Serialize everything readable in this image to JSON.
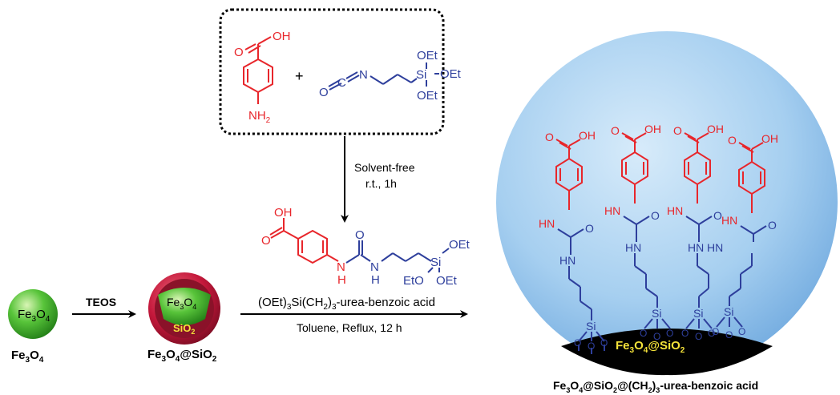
{
  "colors": {
    "red": "#e8262b",
    "blue": "#2e3f9c",
    "black": "#000000",
    "sphere_blue": "#9cc8ee",
    "green": "#4fbf2c",
    "crimson": "#c4183b",
    "gold": "#f4e23a"
  },
  "reagents": {
    "oh": "OH",
    "nh2": "NH",
    "nh2_sub": "2",
    "plus": "+",
    "o": "O",
    "c": "C",
    "n": "N",
    "si": "Si",
    "oet": "OEt"
  },
  "step1": {
    "line1": "Solvent-free",
    "line2": "r.t., 1h"
  },
  "product": {
    "oh": "OH",
    "o": "O",
    "n": "N",
    "h": "H",
    "si": "Si",
    "oet": "OEt",
    "eto": "EtO"
  },
  "step2": {
    "formula_a": "(OEt)",
    "formula_sub": "3",
    "formula_b": "Si(CH",
    "formula_sub2": "2",
    "formula_c": ")",
    "formula_sub3": "3",
    "formula_d": "-urea-benzoic acid",
    "conditions": "Toluene, Reflux, 12 h"
  },
  "teos": "TEOS",
  "fe3o4": {
    "fe": "Fe",
    "sub3": "3",
    "o": "O",
    "sub4": "4"
  },
  "coreshell": {
    "sio2_a": "SiO",
    "sio2_sub": "2",
    "label_b": "@SiO",
    "label_sub": "2"
  },
  "surface": {
    "label_b": "@SiO",
    "label_sub": "2"
  },
  "chain": {
    "oh": "OH",
    "o": "O",
    "hn": "HN",
    "si": "Si"
  },
  "final": {
    "a": "Fe",
    "s1": "3",
    "b": "O",
    "s2": "4",
    "c": "@SiO",
    "s3": "2",
    "d": "@(CH",
    "s4": "2",
    "e": ")",
    "s5": "3",
    "f": "-urea-benzoic acid"
  }
}
